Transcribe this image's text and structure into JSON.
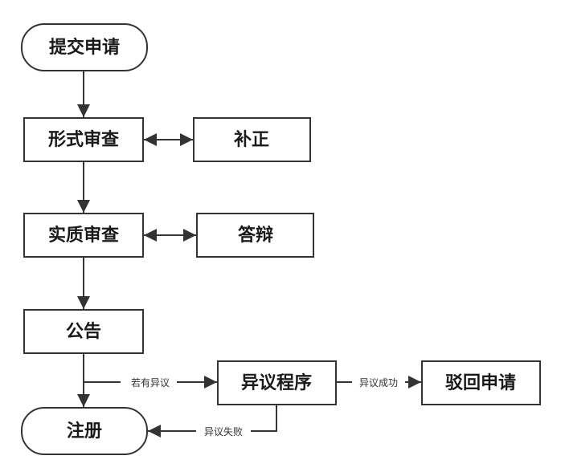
{
  "nodes": {
    "submit": "提交申请",
    "formal_review": "形式审查",
    "supplement": "补正",
    "substantive_review": "实质审查",
    "reply": "答辩",
    "announce": "公告",
    "objection": "异议程序",
    "reject": "驳回申请",
    "register": "注册"
  },
  "edges": {
    "if_objection": "若有异议",
    "objection_success": "异议成功",
    "objection_fail": "异议失败"
  },
  "colors": {
    "stroke": "#333333",
    "text": "#1a1a1a",
    "background": "#ffffff"
  }
}
